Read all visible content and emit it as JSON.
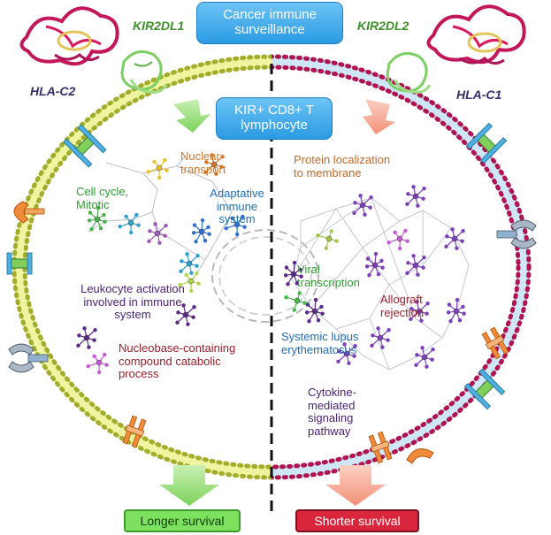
{
  "title_box": "Cancer immune surveillance",
  "cell_box": "KIR+ CD8+ T lymphocyte",
  "receptors": {
    "left": "KIR2DL1",
    "right": "KIR2DL2"
  },
  "ligands": {
    "left": "HLA-C2",
    "right": "HLA-C1"
  },
  "left_terms": {
    "nuclear": "Nuclear transport",
    "cellcycle": "Cell cycle, Mitotic",
    "adaptive": "Adaptative immune system",
    "leukocyte": "Leukocyte activation involved in immune system",
    "nucleobase": "Nucleobase-containing compound catabolic process"
  },
  "right_terms": {
    "protein": "Protein localization to membrane",
    "viral": "Viral transcription",
    "allograft": "Allograft rejection",
    "lupus": "Systemic lupus erythematosus",
    "cytokine": "Cytokine-mediated signaling pathway"
  },
  "outcomes": {
    "left": "Longer survival",
    "right": "Shorter survival"
  },
  "colors": {
    "left_membrane": "#a2ad2c",
    "right_membrane": "#b0134f",
    "title_box": "#2b9ae3",
    "longer_survival": "#5fd04e",
    "shorter_survival": "#d9263d",
    "left_arrow": "#8fd870",
    "right_arrow": "#f7a08a"
  }
}
